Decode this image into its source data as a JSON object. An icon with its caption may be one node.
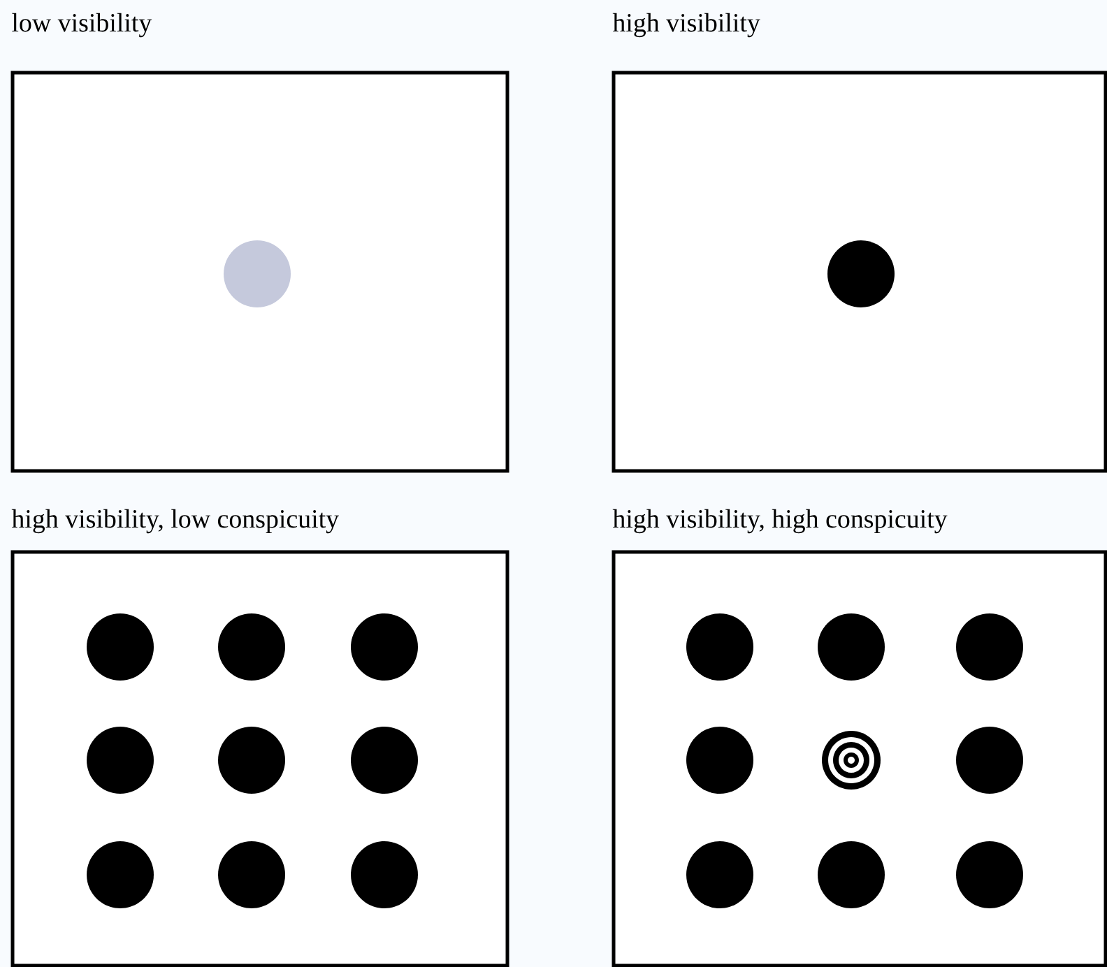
{
  "diagram": {
    "nodes": [
      {
        "text": [
          "low visibility"
        ]
      },
      {
        "text": [
          "high visibility"
        ]
      },
      {
        "text": [
          "high visibility, low conspicuity"
        ]
      },
      {
        "text": [
          "high visibility, high conspicuity"
        ]
      }
    ]
  }
}
